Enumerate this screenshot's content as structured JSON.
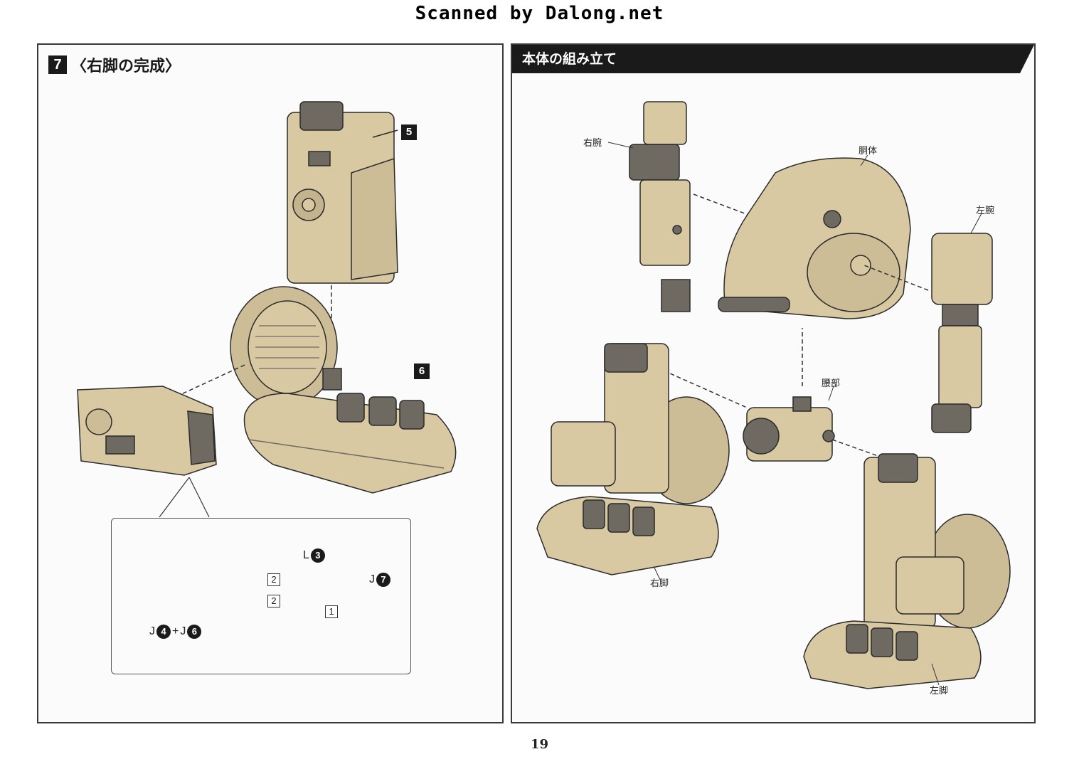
{
  "scan_credit": "Scanned by Dalong.net",
  "left_panel": {
    "step_number": "7",
    "step_title": "〈右脚の完成〉",
    "badge_upper": "5",
    "badge_lower": "6",
    "inset": {
      "part_l3": {
        "letter": "L",
        "num": "3"
      },
      "part_j7": {
        "letter": "J",
        "num": "7"
      },
      "part_j4j6": {
        "letter1": "J",
        "num1": "4",
        "plus": "+",
        "letter2": "J",
        "num2": "6"
      },
      "step_a": "2",
      "step_b": "2",
      "step_c": "1"
    }
  },
  "right_panel": {
    "header": "本体の組み立て",
    "labels": {
      "right_arm": "右腕",
      "torso": "胴体",
      "left_arm": "左腕",
      "waist": "腰部",
      "right_leg": "右脚",
      "left_leg": "左脚"
    }
  },
  "page_number": "19",
  "colors": {
    "part_fill": "#d8c9a3",
    "part_dark": "#6e6a62",
    "line": "#2b2b2b",
    "ink": "#1a1a1a"
  }
}
